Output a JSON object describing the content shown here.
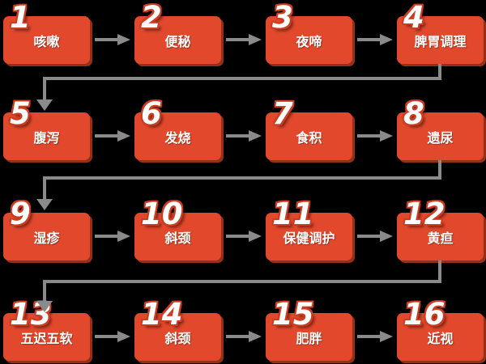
{
  "theme": {
    "background": "#000000",
    "box_fill": "#e2492c",
    "box_shadow": "#93301a",
    "arrow": "#8a8a8a",
    "number_fill": "#ffffff",
    "number_outline": "#cc3c20",
    "label_text": "#ffffff"
  },
  "diagram_type": "numbered-flowchart",
  "flow_order": "left-to-right per row, row end connects down to next row start",
  "boxes": [
    {
      "number": "1",
      "label": "咳嗽"
    },
    {
      "number": "2",
      "label": "便秘"
    },
    {
      "number": "3",
      "label": "夜啼"
    },
    {
      "number": "4",
      "label": "脾胃调理"
    },
    {
      "number": "5",
      "label": "腹泻"
    },
    {
      "number": "6",
      "label": "发烧"
    },
    {
      "number": "7",
      "label": "食积"
    },
    {
      "number": "8",
      "label": "遗尿"
    },
    {
      "number": "9",
      "label": "湿疹"
    },
    {
      "number": "10",
      "label": "斜颈"
    },
    {
      "number": "11",
      "label": "保健调护"
    },
    {
      "number": "12",
      "label": "黄疸"
    },
    {
      "number": "13",
      "label": "五迟五软"
    },
    {
      "number": "14",
      "label": "斜颈"
    },
    {
      "number": "15",
      "label": "肥胖"
    },
    {
      "number": "16",
      "label": "近视"
    }
  ],
  "connections": [
    "1→2",
    "2→3",
    "3→4",
    "4→5",
    "5→6",
    "6→7",
    "7→8",
    "8→9",
    "9→10",
    "10→11",
    "11→12",
    "12→13",
    "13→14",
    "14→15",
    "15→16"
  ]
}
